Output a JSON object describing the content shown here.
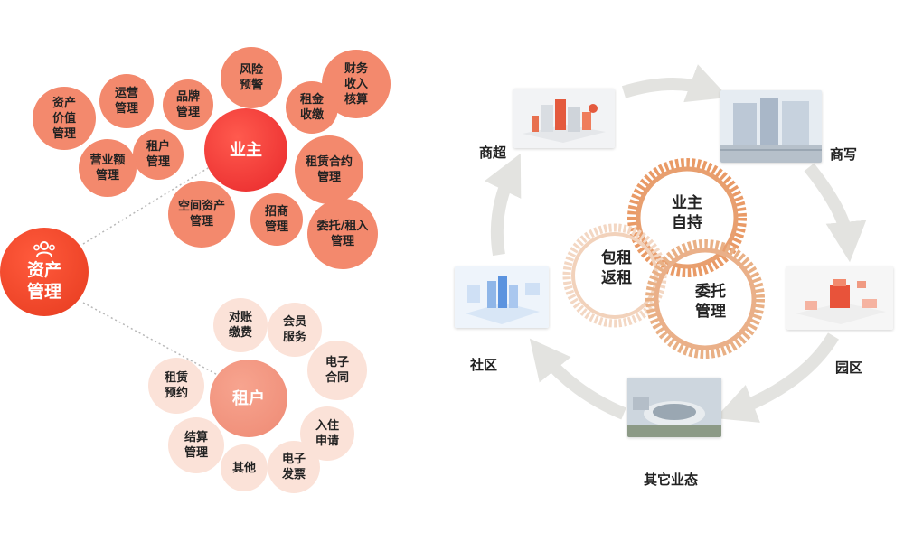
{
  "left_diagram": {
    "asset_hub": {
      "lines": [
        "资产",
        "管理"
      ],
      "icon": "users-icon"
    },
    "owner_hub": {
      "label": "业主"
    },
    "tenant_hub": {
      "label": "租户"
    },
    "owner_items": [
      {
        "key": "risk",
        "lines": [
          "风险",
          "预警"
        ]
      },
      {
        "key": "finance",
        "lines": [
          "财务",
          "收入",
          "核算"
        ]
      },
      {
        "key": "rent",
        "lines": [
          "租金",
          "收缴"
        ]
      },
      {
        "key": "lease",
        "lines": [
          "租赁合约",
          "管理"
        ]
      },
      {
        "key": "entrust",
        "lines": [
          "委托/租入",
          "管理"
        ]
      },
      {
        "key": "invite",
        "lines": [
          "招商",
          "管理"
        ]
      },
      {
        "key": "space",
        "lines": [
          "空间资产",
          "管理"
        ]
      },
      {
        "key": "tenantmgmt",
        "lines": [
          "租户",
          "管理"
        ]
      },
      {
        "key": "revenue",
        "lines": [
          "营业额",
          "管理"
        ]
      },
      {
        "key": "value",
        "lines": [
          "资产",
          "价值",
          "管理"
        ]
      },
      {
        "key": "ops",
        "lines": [
          "运营",
          "管理"
        ]
      },
      {
        "key": "brand",
        "lines": [
          "品牌",
          "管理"
        ]
      }
    ],
    "tenant_items": [
      {
        "key": "reconcile",
        "lines": [
          "对账",
          "缴费"
        ]
      },
      {
        "key": "member",
        "lines": [
          "会员",
          "服务"
        ]
      },
      {
        "key": "econtract",
        "lines": [
          "电子",
          "合同"
        ]
      },
      {
        "key": "checkin",
        "lines": [
          "入住",
          "申请"
        ]
      },
      {
        "key": "einvoice",
        "lines": [
          "电子",
          "发票"
        ]
      },
      {
        "key": "other",
        "lines": [
          "其他"
        ]
      },
      {
        "key": "settle",
        "lines": [
          "结算",
          "管理"
        ]
      },
      {
        "key": "reserve",
        "lines": [
          "租赁",
          "预约"
        ]
      }
    ]
  },
  "right_diagram": {
    "gears": {
      "top": [
        "业主",
        "自持"
      ],
      "left": [
        "包租",
        "返租"
      ],
      "right": [
        "委托",
        "管理"
      ]
    },
    "formats": {
      "mall": "商超",
      "office": "商写",
      "park": "园区",
      "other": "其它业态",
      "community": "社区"
    }
  },
  "colors": {
    "accent_red": "#e8282b",
    "bubble_orange": "#f3896d",
    "bubble_pink": "#fbe2d8",
    "gear_orange": "#e89f6f",
    "arrow_gray": "#e3e3e0"
  }
}
